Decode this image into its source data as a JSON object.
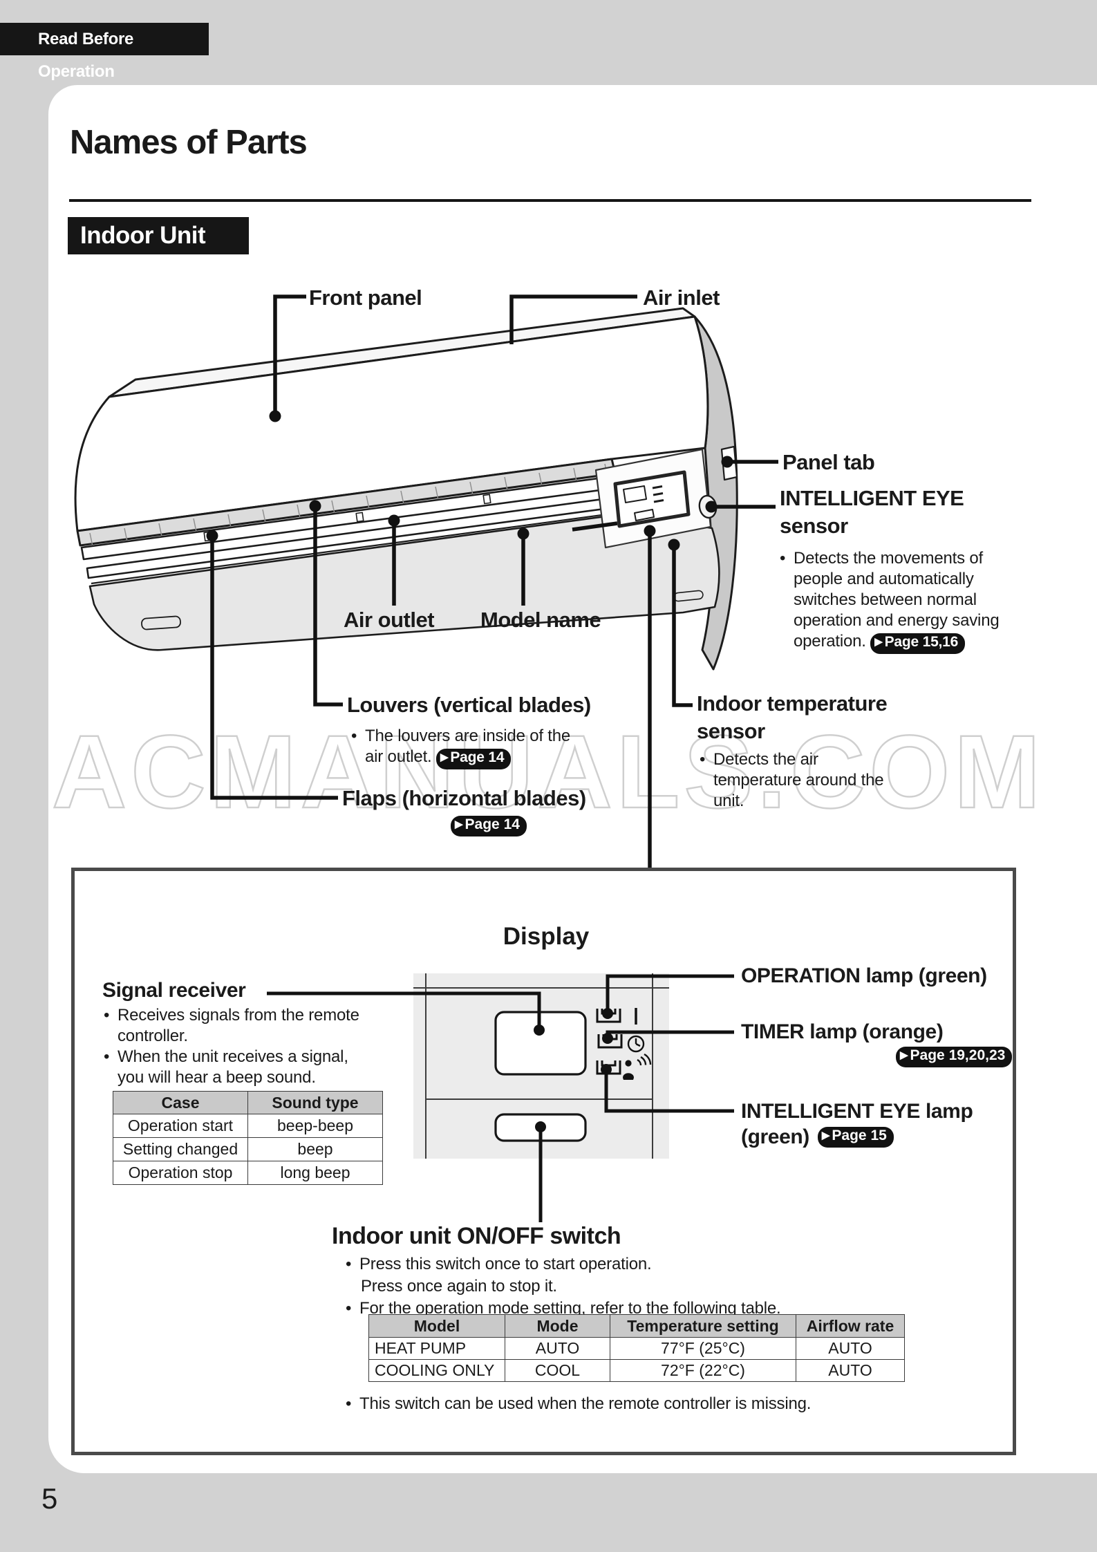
{
  "ui": {
    "arrow": "▶",
    "bullet": "•"
  },
  "page": {
    "header_tag": "Read Before Operation",
    "title": "Names of Parts",
    "section_badge": "Indoor Unit",
    "watermark": "ACMANUALS.COM",
    "number": "5"
  },
  "unit_diagram": {
    "front_panel": "Front panel",
    "air_inlet": "Air inlet",
    "panel_tab": "Panel tab",
    "eye_sensor_title1": "INTELLIGENT EYE",
    "eye_sensor_title2": "sensor",
    "eye_sensor_bullet": "Detects the movements of people and automatically switches between normal operation and energy saving operation.",
    "eye_sensor_badge": "Page 15,16",
    "air_outlet": "Air outlet",
    "model_name": "Model name",
    "louvers_title": "Louvers (vertical blades)",
    "louvers_bullet": "The louvers are inside of the air outlet.",
    "louvers_badge": "Page 14",
    "flaps_title": "Flaps (horizontal blades)",
    "flaps_badge": "Page 14",
    "temp_sensor_title1": "Indoor temperature",
    "temp_sensor_title2": "sensor",
    "temp_sensor_bullet": "Detects the air temperature around the unit."
  },
  "display_panel": {
    "title": "Display",
    "signal_receiver_title": "Signal receiver",
    "signal_bullet1": "Receives signals from the remote controller.",
    "signal_bullet2": "When the unit receives a signal, you will hear a beep sound.",
    "sound_table": {
      "headers": [
        "Case",
        "Sound type"
      ],
      "rows": [
        [
          "Operation start",
          "beep-beep"
        ],
        [
          "Setting changed",
          "beep"
        ],
        [
          "Operation stop",
          "long beep"
        ]
      ]
    },
    "operation_lamp": "OPERATION lamp (green)",
    "timer_lamp": "TIMER lamp (orange)",
    "timer_badge": "Page 19,20,23",
    "eye_lamp_line1": "INTELLIGENT EYE lamp",
    "eye_lamp_line2": "(green)",
    "eye_lamp_badge": "Page 15",
    "onoff": {
      "title": "Indoor unit ON/OFF switch",
      "bullet1a": "Press this switch once to start operation.",
      "bullet1b": "Press once again to stop it.",
      "bullet2": "For the operation mode setting, refer to the following table.",
      "bullet3": "This switch can be used when the remote controller is missing.",
      "mode_table": {
        "headers": [
          "Model",
          "Mode",
          "Temperature setting",
          "Airflow rate"
        ],
        "rows": [
          [
            "HEAT PUMP",
            "AUTO",
            "77°F (25°C)",
            "AUTO"
          ],
          [
            "COOLING ONLY",
            "COOL",
            "72°F (22°C)",
            "AUTO"
          ]
        ]
      }
    }
  }
}
